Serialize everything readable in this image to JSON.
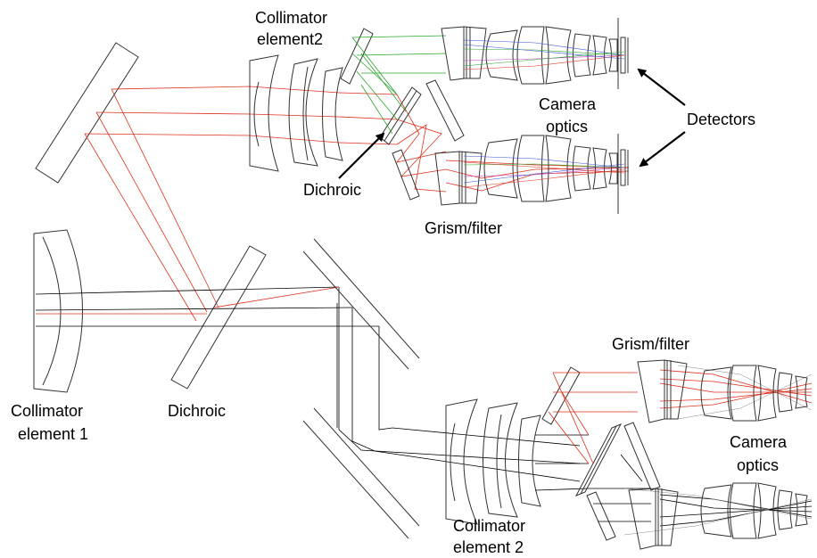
{
  "labels": {
    "collimator_element2_top_line1": "Collimator",
    "collimator_element2_top_line2": "element2",
    "camera_optics_top_line1": "Camera",
    "camera_optics_top_line2": "optics",
    "detectors": "Detectors",
    "dichroic_top": "Dichroic",
    "grism_filter_top": "Grism/filter",
    "collimator_element1_line1": "Collimator",
    "collimator_element1_line2": "element 1",
    "dichroic_bottom": "Dichroic",
    "grism_filter_bottom": "Grism/filter",
    "camera_optics_bottom_line1": "Camera",
    "camera_optics_bottom_line2": "optics",
    "collimator_element2_bottom_line1": "Collimator",
    "collimator_element2_bottom_line2": "element 2"
  },
  "colors": {
    "red_ray": "#e0301e",
    "green_ray": "#2aa52a",
    "blue_ray": "#3a4fd8",
    "magenta_ray": "#c040c0",
    "black_ray": "#000000",
    "element_stroke": "#333333"
  }
}
